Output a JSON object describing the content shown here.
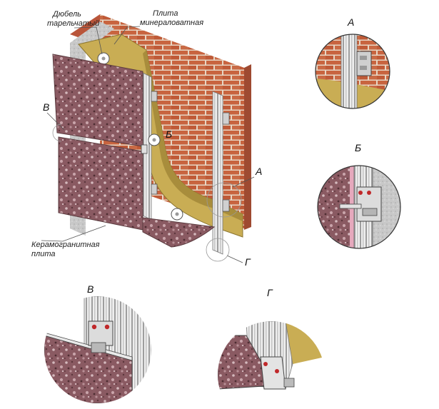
{
  "labels": {
    "dowel_line1": "Дюбель",
    "dowel_line2": "тарельчатый",
    "mineral_line1": "Плита",
    "mineral_line2": "минераловатная",
    "tile_line1": "Керамогранитная",
    "tile_line2": "плита"
  },
  "callouts": {
    "a": "А",
    "b": "Б",
    "v": "В",
    "g": "Г"
  },
  "colors": {
    "brick": "#c8643f",
    "mortar": "#e9d9c9",
    "insulation": "#c9ad54",
    "granite": "#8a5a62",
    "profile": "#d8d8d8",
    "wall_grey": "#bdbdbd"
  }
}
